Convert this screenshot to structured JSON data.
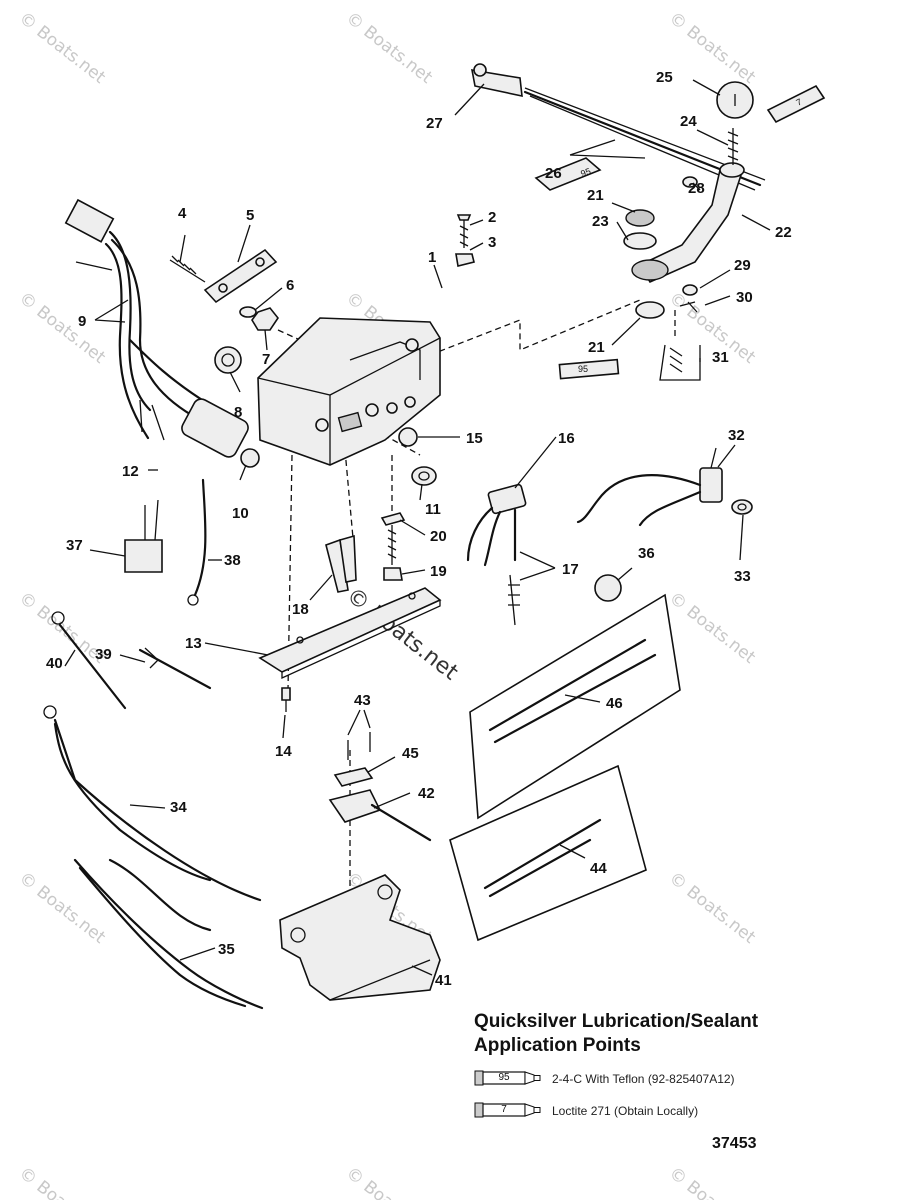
{
  "watermark": {
    "text": "© Boats.net"
  },
  "callouts": [
    "1",
    "2",
    "3",
    "4",
    "5",
    "6",
    "7",
    "8",
    "9",
    "10",
    "11",
    "12",
    "13",
    "14",
    "15",
    "16",
    "17",
    "18",
    "19",
    "20",
    "21",
    "21",
    "22",
    "23",
    "24",
    "25",
    "26",
    "27",
    "28",
    "29",
    "30",
    "31",
    "32",
    "33",
    "34",
    "35",
    "36",
    "37",
    "38",
    "39",
    "40",
    "41",
    "42",
    "43",
    "44",
    "45",
    "46"
  ],
  "tubes": {
    "t95": "95",
    "t7": "7"
  },
  "legend": {
    "title_line1": "Quicksilver Lubrication/Sealant",
    "title_line2": "Application Points",
    "items": [
      {
        "tube": "95",
        "text": "2-4-C  With Teflon (92-825407A12)"
      },
      {
        "tube": "7",
        "text": "Loctite 271 (Obtain Locally)"
      }
    ]
  },
  "drawing_number": "37453"
}
